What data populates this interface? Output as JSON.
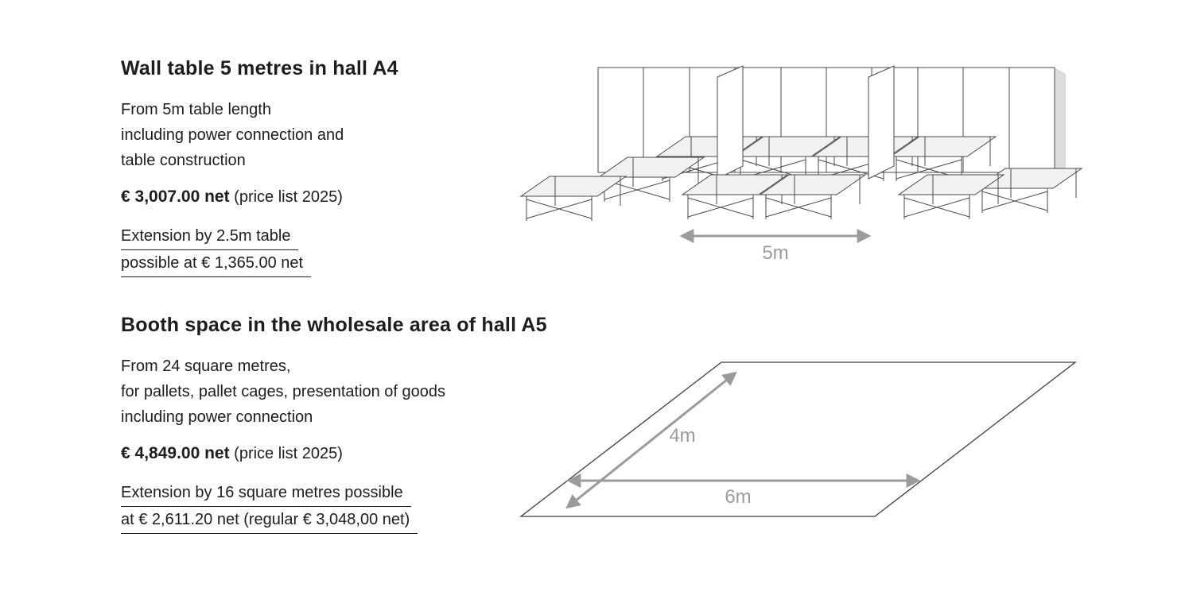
{
  "colors": {
    "text": "#1d1d1b",
    "muted_gray": "#9b9b9b",
    "line": "#4a4a4a",
    "table_fill": "#f1f1f1",
    "background": "#ffffff"
  },
  "sections": {
    "wall_table": {
      "heading": "Wall table 5 metres in hall A4",
      "description": [
        "From 5m table length",
        "including power connection and",
        "table construction"
      ],
      "price": "€ 3,007.00 net",
      "price_note": "(price list 2025)",
      "extension": [
        "Extension by 2.5m table",
        "possible at € 1,365.00 net"
      ],
      "dimension_label": "5m"
    },
    "booth_space": {
      "heading": "Booth space in the wholesale area of hall A5",
      "description": [
        "From 24 square metres,",
        "for pallets, pallet cages, presentation of goods",
        "including power connection"
      ],
      "price": "€ 4,849.00 net",
      "price_note": "(price list 2025)",
      "extension": [
        "Extension by 16 square metres possible",
        "at € 2,611.20 net (regular € 3,048,00 net)"
      ],
      "dimension_labels": {
        "depth": "4m",
        "width": "6m"
      }
    }
  }
}
